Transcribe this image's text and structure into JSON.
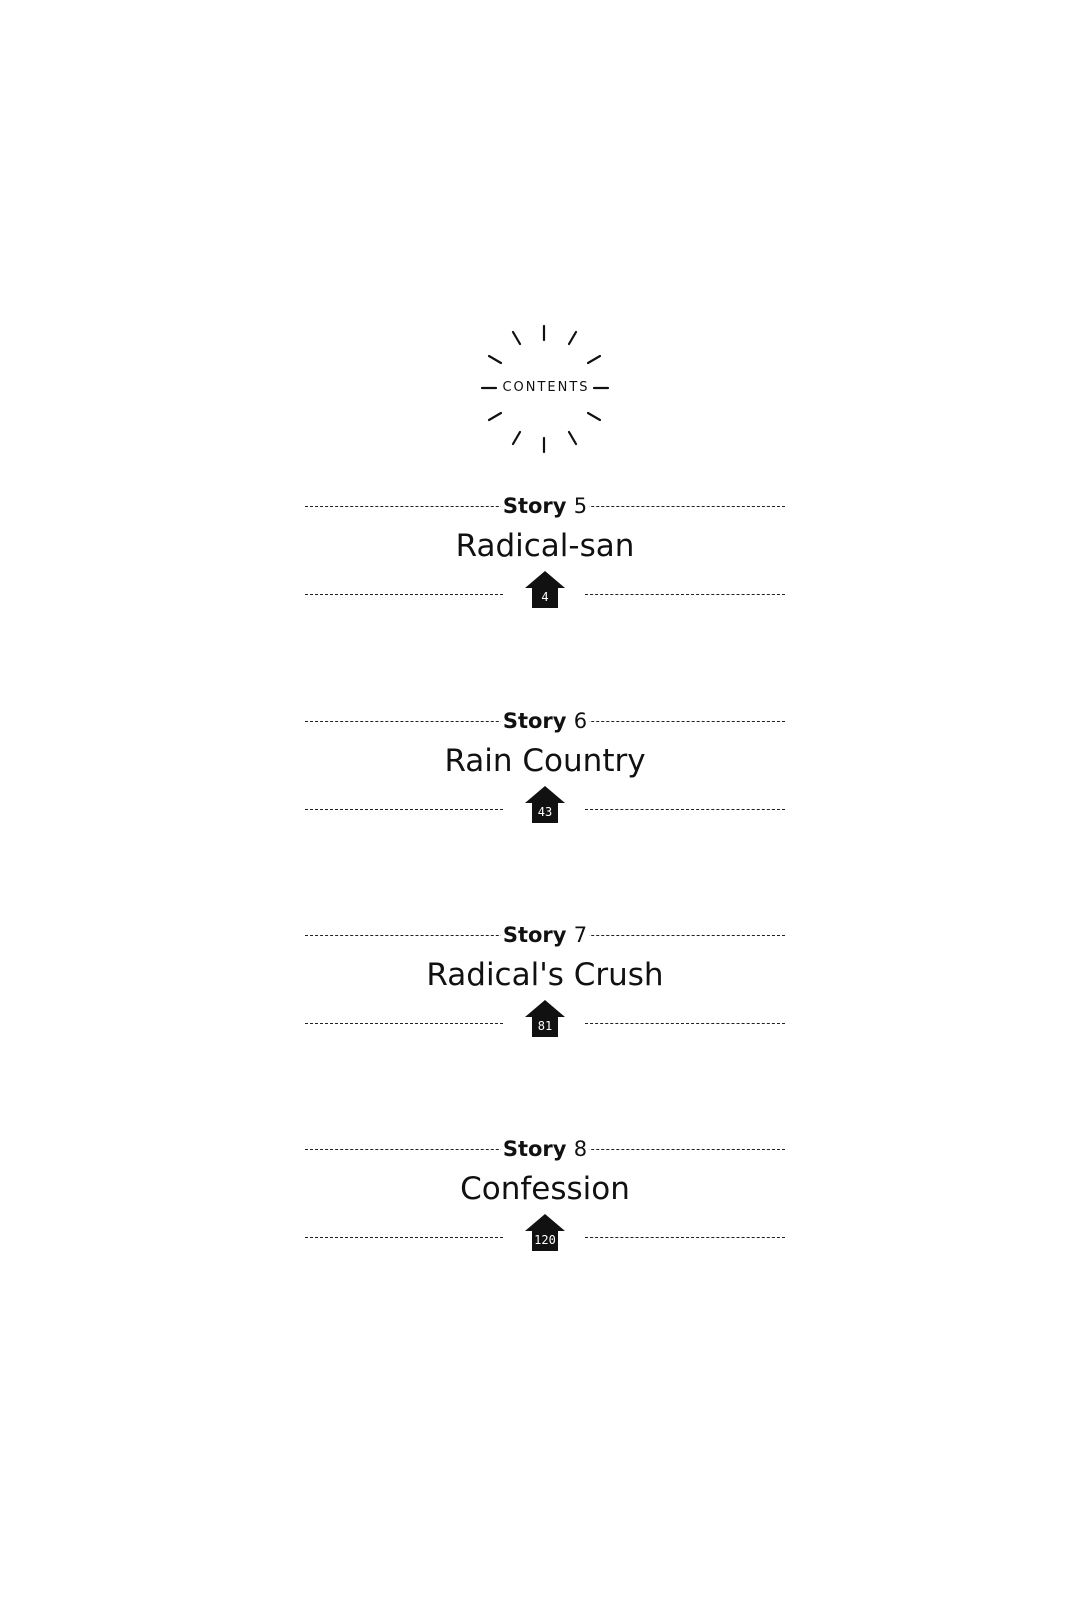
{
  "header": {
    "contents_label": "CONTENTS",
    "icon": "sunburst-icon"
  },
  "stories": [
    {
      "label": "Story",
      "number": "5",
      "title": "Radical-san",
      "page": "4"
    },
    {
      "label": "Story",
      "number": "6",
      "title": "Rain Country",
      "page": "43"
    },
    {
      "label": "Story",
      "number": "7",
      "title": "Radical's Crush",
      "page": "81"
    },
    {
      "label": "Story",
      "number": "8",
      "title": "Confession",
      "page": "120"
    }
  ],
  "colors": {
    "ink": "#111111",
    "background": "#ffffff"
  },
  "page_marker_icon": "house-icon"
}
